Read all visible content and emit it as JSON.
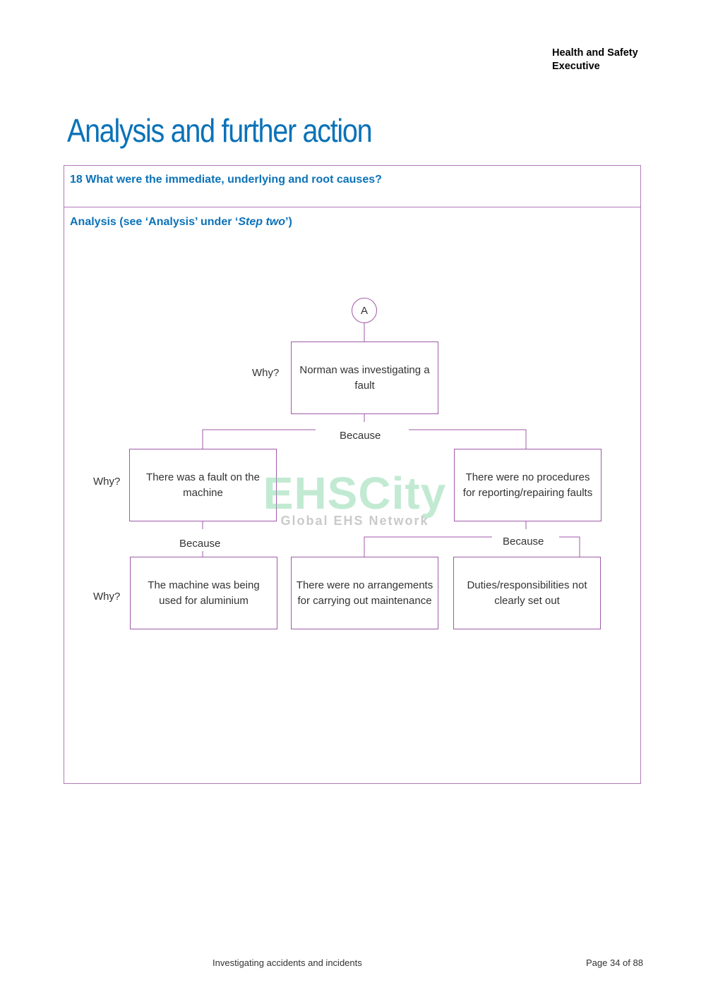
{
  "header": {
    "org_line1": "Health and Safety",
    "org_line2": "Executive"
  },
  "title": "Analysis and further action",
  "section": {
    "question": "18 What were the immediate, underlying and root causes?",
    "analysis_prefix": "Analysis (see ‘Analysis’ under ‘",
    "analysis_step": "Step two",
    "analysis_suffix": "’)"
  },
  "diagram": {
    "connector": "A",
    "why_label": "Why?",
    "because_label": "Because",
    "level1": "Norman was investigating a fault",
    "level2_left": "There was a fault on the machine",
    "level2_right": "There were no procedures for reporting/repairing faults",
    "level3_left": "The machine was being used for aluminium",
    "level3_middle": "There were no arrangements for carrying out maintenance",
    "level3_right": "Duties/responsibilities not clearly set out",
    "line_color": "#a05aa8"
  },
  "watermark": {
    "brand": "EHSCity",
    "tagline": "Global EHS Network"
  },
  "footer": {
    "doc_title": "Investigating accidents and incidents",
    "page": "Page 34 of 88"
  }
}
